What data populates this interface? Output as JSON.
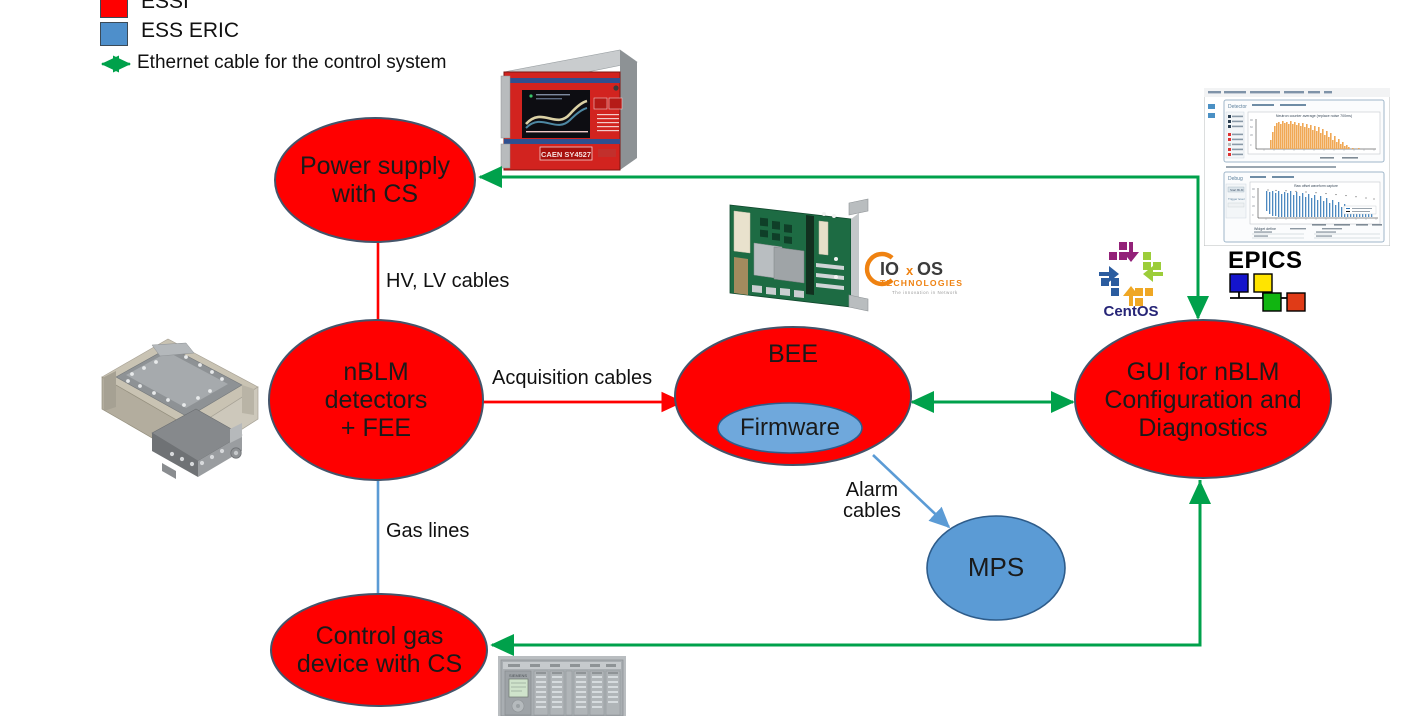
{
  "legend": {
    "items": [
      {
        "key": "essi",
        "label": "ESSI",
        "color": "#FF0000",
        "swatch": true
      },
      {
        "key": "ess_eric",
        "label": "ESS ERIC",
        "color": "#4E8FCB",
        "swatch": true
      },
      {
        "key": "ethernet",
        "label": "Ethernet cable for the control system",
        "color": "#00A14B",
        "swatch": false
      }
    ]
  },
  "nodes": {
    "power_supply": {
      "label": "Power supply\nwith CS",
      "fill": "#FF0000",
      "text_color": "#1a1a1a"
    },
    "nblm": {
      "label": "nBLM\ndetectors\n+ FEE",
      "fill": "#FF0000",
      "text_color": "#1a1a1a"
    },
    "control_gas": {
      "label": "Control gas\ndevice with CS",
      "fill": "#FF0000",
      "text_color": "#1a1a1a"
    },
    "bee": {
      "label": "BEE",
      "fill": "#FF0000",
      "text_color": "#1a1a1a"
    },
    "firmware": {
      "label": "Firmware",
      "fill": "#6FA8DC",
      "text_color": "#1a1a1a"
    },
    "gui": {
      "label": "GUI for nBLM\nConfiguration and\nDiagnostics",
      "fill": "#FF0000",
      "text_color": "#1a1a1a"
    },
    "mps": {
      "label": "MPS",
      "fill": "#5B9BD5",
      "text_color": "#1a1a1a"
    }
  },
  "edges": {
    "hv_lv": {
      "label": "HV, LV cables",
      "color": "#FF0000"
    },
    "acquisition": {
      "label": "Acquisition cables",
      "color": "#FF0000"
    },
    "gas_lines": {
      "label": "Gas lines",
      "color": "#5B9BD5"
    },
    "alarm": {
      "label": "Alarm\ncables",
      "color": "#5B9BD5"
    }
  },
  "logos": {
    "centos": {
      "label": "CentOS",
      "text_color": "#262577",
      "colors": [
        "#932279",
        "#9CCD3A",
        "#EFA724",
        "#2B5C9F"
      ]
    },
    "epics": {
      "label": "EPICS",
      "text_color": "#000000",
      "squares": [
        "#1414CC",
        "#FFE400",
        "#11B511",
        "#E03B17"
      ]
    },
    "ioxos": {
      "label": "IOxOS",
      "sub": "TECHNOLOGIES",
      "tagline": "The innovation in Network",
      "color": "#EF8211"
    },
    "caen": {
      "label": "CAEN  SY4527"
    },
    "siemens": {
      "label": "SIEMENS"
    }
  },
  "images": {
    "power_supply_crate": {
      "name": "CAEN SY4527 HV power supply crate"
    },
    "bee_board": {
      "name": "IOxOS VME digitizer board"
    },
    "detector_cad": {
      "name": "nBLM detector 3D CAD model"
    },
    "gui_screenshot": {
      "name": "nBLM GUI application screenshot"
    },
    "gas_rack": {
      "name": "Siemens PLC gas control rack"
    }
  }
}
